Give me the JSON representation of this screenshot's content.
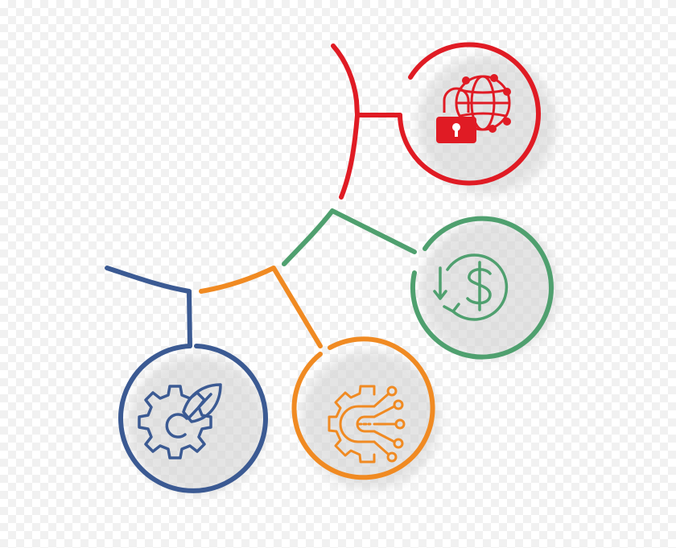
{
  "colors": {
    "red": "#e01b24",
    "green": "#4fa06f",
    "orange": "#f08a22",
    "blue": "#3b5a93",
    "shadow": "#d9d9d9"
  },
  "nodes": [
    {
      "id": "security",
      "icon": "padlock-globe-icon",
      "color": "red"
    },
    {
      "id": "finance",
      "icon": "dollar-refresh-icon",
      "color": "green"
    },
    {
      "id": "technology",
      "icon": "gear-circuit-icon",
      "color": "orange"
    },
    {
      "id": "sustainability",
      "icon": "gear-leaf-icon",
      "color": "blue"
    }
  ]
}
